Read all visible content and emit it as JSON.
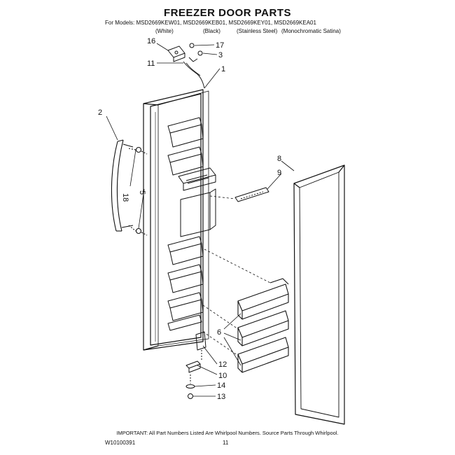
{
  "header": {
    "title": "FREEZER DOOR PARTS",
    "models_line": "For Models: MSD2669KEW01, MSD2669KEB01, MSD2669KEY01, MSD2669KEA01",
    "color_white": "(White)",
    "color_black": "(Black)",
    "color_stainless": "(Stainless Steel)",
    "color_satina": "(Monochromatic Satina)"
  },
  "callouts": [
    "16",
    "17",
    "3",
    "11",
    "1",
    "2",
    "8",
    "9",
    "18",
    "5",
    "6",
    "12",
    "10",
    "14",
    "13"
  ],
  "footer": {
    "important_note": "IMPORTANT: All Part Numbers Listed Are Whirlpool Numbers. Source Parts Through Whirlpool.",
    "doc_code": "W10100391",
    "page_number": "11"
  }
}
